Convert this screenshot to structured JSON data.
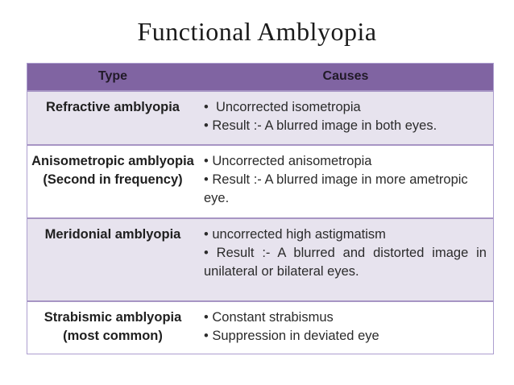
{
  "slide": {
    "title": "Functional Amblyopia"
  },
  "colors": {
    "header_bg": "#8064A2",
    "banded_row_bg": "#E7E3EE",
    "plain_row_bg": "#FFFFFF",
    "table_border": "#A795C4",
    "header_text": "#211A28",
    "body_text": "#2B2B2B",
    "title_text": "#1A1A1A"
  },
  "table": {
    "headers": [
      "Type",
      "Causes"
    ],
    "rows": [
      {
        "type": "Refractive amblyopia",
        "note": "",
        "causes": [
          "•  Uncorrected isometropia",
          "• Result :- A blurred image in both eyes."
        ]
      },
      {
        "type": "Anisometropic amblyopia",
        "note": "(Second in frequency)",
        "causes": [
          "• Uncorrected anisometropia",
          "• Result :- A blurred image in more ametropic eye."
        ]
      },
      {
        "type": "Meridonial amblyopia",
        "note": "",
        "causes": [
          "• uncorrected high astigmatism",
          "• Result :- A blurred and distorted image in unilateral or bilateral eyes."
        ]
      },
      {
        "type": "Strabismic amblyopia",
        "note": "(most common)",
        "causes": [
          "• Constant strabismus",
          "• Suppression in deviated eye"
        ]
      }
    ]
  }
}
